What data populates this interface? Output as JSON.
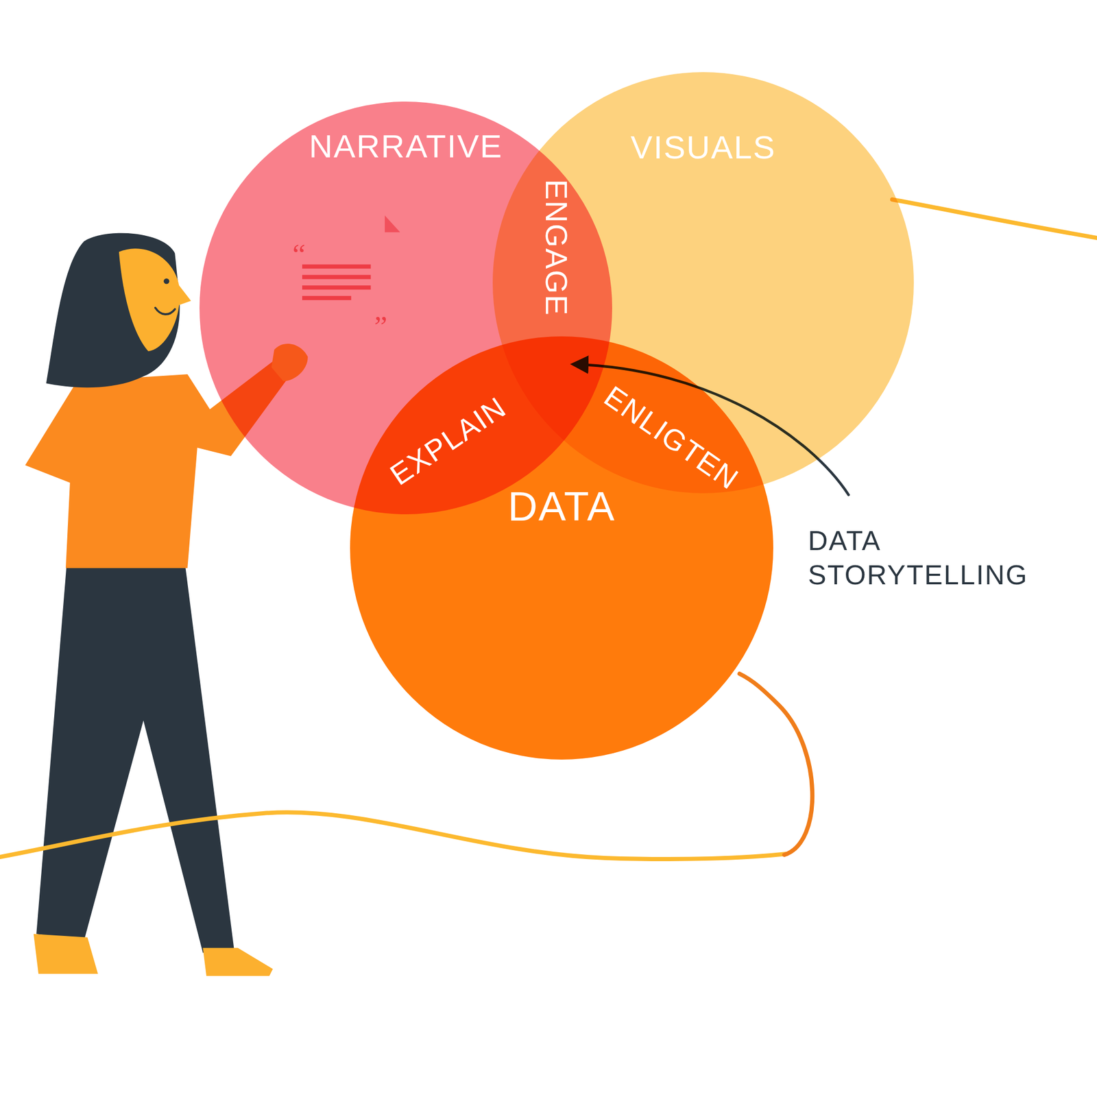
{
  "diagram": {
    "nodes": [
      {
        "text": [
          "NARRATIVE"
        ]
      },
      {
        "text": [
          "VISUALS"
        ]
      },
      {
        "text": [
          "DATA"
        ]
      }
    ],
    "labels": [
      "ENGAGE",
      "EXPLAIN",
      "ENLIGTEN",
      "DATA STORYTELLING"
    ]
  }
}
